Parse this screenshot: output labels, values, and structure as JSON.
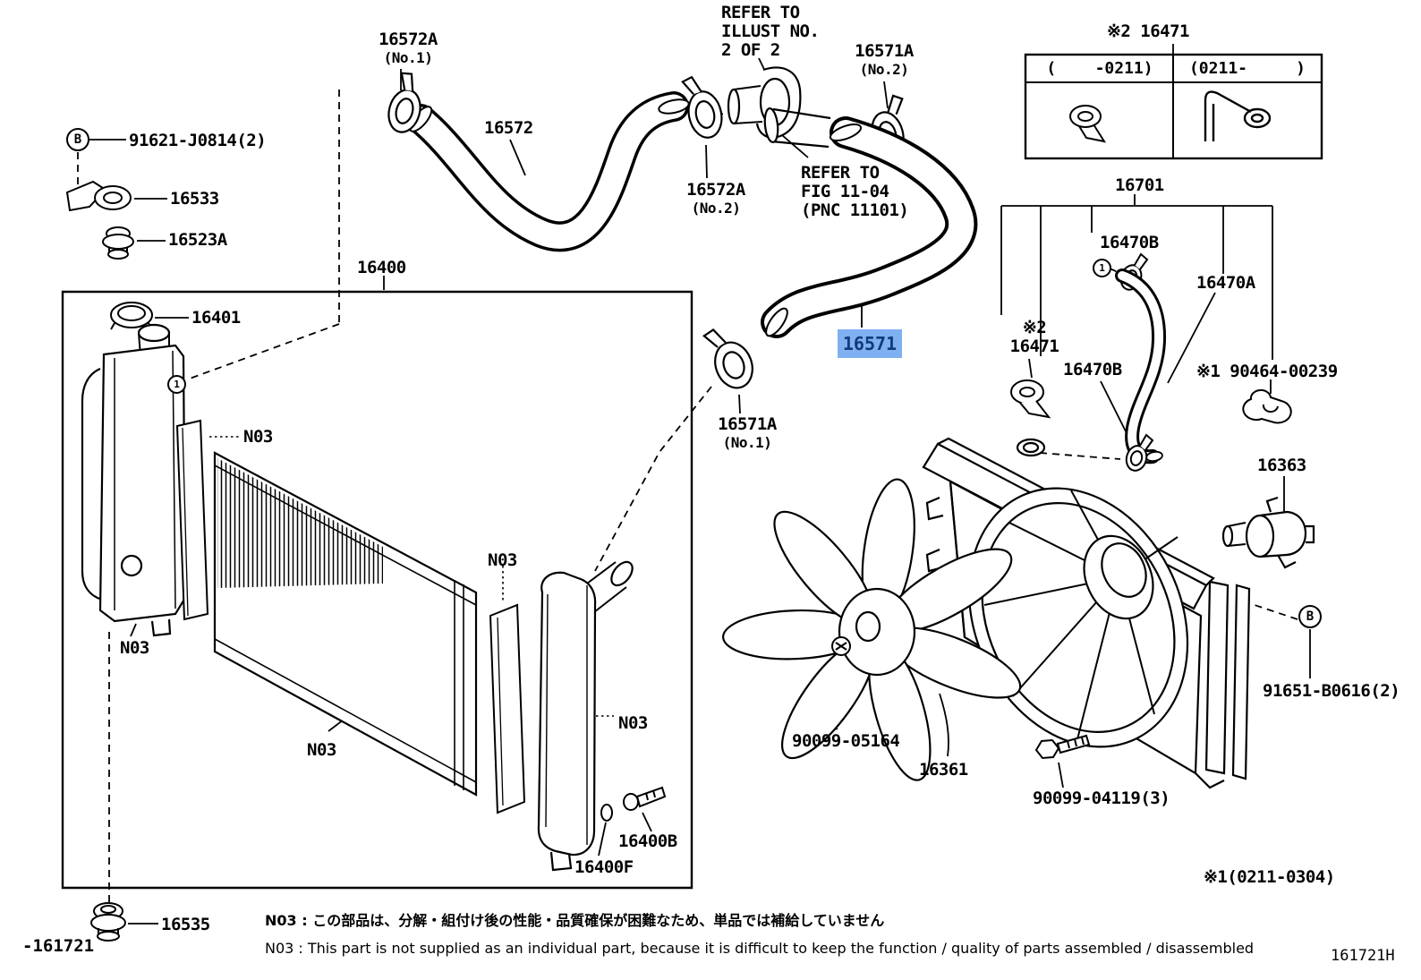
{
  "colors": {
    "highlight_bg": "#7fb0f2",
    "highlight_text": "#123a78",
    "line": "#000000",
    "background": "#ffffff"
  },
  "annotations": {
    "refer_illust": "REFER TO\nILLUST NO.\n2 OF 2",
    "refer_fig": "REFER TO\nFIG 11-04\n(PNC 11101)",
    "range_note": "※1(0211-0304)"
  },
  "variant_table": {
    "title": "※2 16471",
    "col_left": "(    -0211)",
    "col_right": "(0211-     )"
  },
  "callouts": {
    "b": "B",
    "one": "1"
  },
  "parts": {
    "p91621": "91621-J0814(2)",
    "p16533": "16533",
    "p16523A": "16523A",
    "p16572A": "16572A",
    "no1": "(No.1)",
    "no2": "(No.2)",
    "p16572": "16572",
    "p16571A": "16571A",
    "p16400": "16400",
    "p16401": "16401",
    "p16701": "16701",
    "p16470B": "16470B",
    "p16470A": "16470A",
    "p16471_mid": "※2\n16471",
    "p90464": "※1 90464-00239",
    "p16571": "16571",
    "p16363": "16363",
    "n03": "N03",
    "p16535": "16535",
    "p90099_05164": "90099-05164",
    "p16361": "16361",
    "p90099_04119": "90099-04119(3)",
    "p91651": "91651-B0616(2)",
    "p16400B": "16400B",
    "p16400F": "16400F"
  },
  "notes": {
    "jp": "N03 : この部品は、分解・組付け後の性能・品質確保が困難なため、単品では補給していません",
    "en": "N03 : This part is not supplied as an individual part, because it is difficult to keep the function / quality of parts assembled / disassembled"
  },
  "footer": {
    "left_code": "-161721",
    "right_code": "161721H"
  }
}
